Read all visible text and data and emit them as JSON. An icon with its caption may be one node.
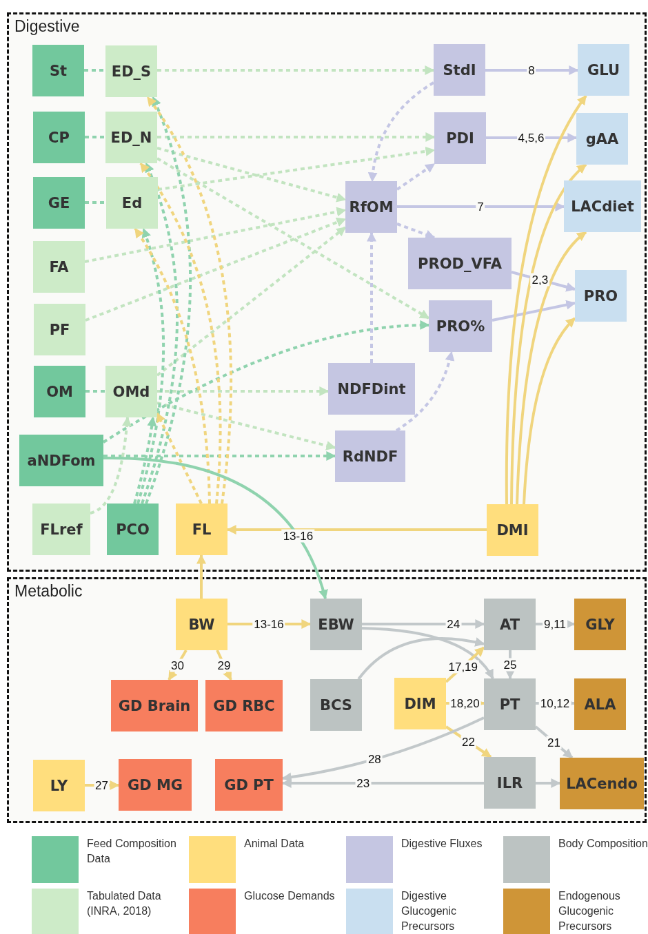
{
  "diagram": {
    "nodes": [
      {
        "text": [
          "Digestive"
        ]
      },
      {
        "text": [
          "St"
        ],
        "in": 0
      },
      {
        "text": [
          "ED_S"
        ],
        "in": 0
      },
      {
        "text": [
          "StdI"
        ],
        "in": 0
      },
      {
        "text": [
          "GLU"
        ],
        "in": 0
      },
      {
        "text": [
          "CP"
        ],
        "in": 0
      },
      {
        "text": [
          "ED_N"
        ],
        "in": 0
      },
      {
        "text": [
          "PDI"
        ],
        "in": 0
      },
      {
        "text": [
          "gAA"
        ],
        "in": 0
      },
      {
        "text": [
          "GE"
        ],
        "in": 0
      },
      {
        "text": [
          "Ed"
        ],
        "in": 0
      },
      {
        "text": [
          "RfOM"
        ],
        "in": 0
      },
      {
        "text": [
          "LACdiet"
        ],
        "in": 0
      },
      {
        "text": [
          "FA"
        ],
        "in": 0
      },
      {
        "text": [
          "PROD_VFA"
        ],
        "in": 0
      },
      {
        "text": [
          "PRO"
        ],
        "in": 0
      },
      {
        "text": [
          "PF"
        ],
        "in": 0
      },
      {
        "text": [
          "PRO%"
        ],
        "in": 0
      },
      {
        "text": [
          "OM"
        ],
        "in": 0
      },
      {
        "text": [
          "OMd"
        ],
        "in": 0
      },
      {
        "text": [
          "NDFDint"
        ],
        "in": 0
      },
      {
        "text": [
          "aNDFom"
        ],
        "in": 0
      },
      {
        "text": [
          "RdNDF"
        ],
        "in": 0
      },
      {
        "text": [
          "FLref"
        ],
        "in": 0
      },
      {
        "text": [
          "PCO"
        ],
        "in": 0
      },
      {
        "text": [
          "FL"
        ],
        "in": 0
      },
      {
        "text": [
          "DMI"
        ],
        "in": 0
      },
      {
        "text": [
          "Metabolic"
        ]
      },
      {
        "text": [
          "BW"
        ],
        "in": 27
      },
      {
        "text": [
          "EBW"
        ],
        "in": 27
      },
      {
        "text": [
          "AT"
        ],
        "in": 27
      },
      {
        "text": [
          "GLY"
        ],
        "in": 27
      },
      {
        "text": [
          "GD Brain"
        ],
        "in": 27
      },
      {
        "text": [
          "GD RBC"
        ],
        "in": 27
      },
      {
        "text": [
          "BCS"
        ],
        "in": 27
      },
      {
        "text": [
          "DIM"
        ],
        "in": 27
      },
      {
        "text": [
          "PT"
        ],
        "in": 27
      },
      {
        "text": [
          "ALA"
        ],
        "in": 27
      },
      {
        "text": [
          "LY"
        ],
        "in": 27
      },
      {
        "text": [
          "GD MG"
        ],
        "in": 27
      },
      {
        "text": [
          "GD PT"
        ],
        "in": 27
      },
      {
        "text": [
          "ILR"
        ],
        "in": 27
      },
      {
        "text": [
          "LACendo"
        ],
        "in": 27
      }
    ],
    "edges": [
      {
        "from": 1,
        "to": 2,
        "arrow": "none",
        "style": "dashed",
        "color": "#8fd3ae"
      },
      {
        "from": 5,
        "to": 6,
        "arrow": "none",
        "style": "dashed",
        "color": "#8fd3ae"
      },
      {
        "from": 9,
        "to": 10,
        "arrow": "none",
        "style": "dashed",
        "color": "#8fd3ae"
      },
      {
        "from": 18,
        "to": 19,
        "arrow": "none",
        "style": "dashed",
        "color": "#8fd3ae"
      },
      {
        "from": 2,
        "to": 3,
        "arrow": "to",
        "style": "dashed",
        "color": "#c2e4c0"
      },
      {
        "from": 6,
        "to": 7,
        "arrow": "to",
        "style": "dashed",
        "color": "#c2e4c0"
      },
      {
        "from": 6,
        "to": 11,
        "arrow": "to",
        "style": "dashed",
        "color": "#c2e4c0"
      },
      {
        "from": 6,
        "to": 17,
        "arrow": "to",
        "style": "dashed",
        "color": "#c2e4c0"
      },
      {
        "from": 10,
        "to": 7,
        "arrow": "to",
        "style": "dashed",
        "color": "#c2e4c0"
      },
      {
        "from": 13,
        "to": 11,
        "arrow": "to",
        "style": "dashed",
        "color": "#c2e4c0"
      },
      {
        "from": 16,
        "to": 11,
        "arrow": "to",
        "style": "dashed",
        "color": "#c2e4c0"
      },
      {
        "from": 19,
        "to": 11,
        "arrow": "to",
        "style": "dashed",
        "color": "#c2e4c0"
      },
      {
        "from": 19,
        "to": 20,
        "arrow": "to",
        "style": "dashed",
        "color": "#c2e4c0"
      },
      {
        "from": 19,
        "to": 22,
        "arrow": "to",
        "style": "dashed",
        "color": "#c2e4c0"
      },
      {
        "from": 21,
        "to": 17,
        "arrow": "to",
        "style": "dashed",
        "color": "#8fd3ae"
      },
      {
        "from": 21,
        "to": 22,
        "arrow": "to",
        "style": "dashed",
        "color": "#8fd3ae"
      },
      {
        "from": 3,
        "to": 11,
        "arrow": "to",
        "style": "dashed",
        "color": "#c4c6e4"
      },
      {
        "from": 11,
        "to": 7,
        "arrow": "to",
        "style": "dashed",
        "color": "#c4c6e4"
      },
      {
        "from": 11,
        "to": 14,
        "arrow": "to",
        "style": "dashed",
        "color": "#c4c6e4"
      },
      {
        "from": 20,
        "to": 11,
        "arrow": "to",
        "style": "dashed",
        "color": "#c4c6e4"
      },
      {
        "from": 22,
        "to": 17,
        "arrow": "to",
        "style": "dashed",
        "color": "#c4c6e4"
      },
      {
        "from": 24,
        "to": 2,
        "arrow": "to",
        "style": "dashed",
        "color": "#8fd3ae"
      },
      {
        "from": 24,
        "to": 6,
        "arrow": "to",
        "style": "dashed",
        "color": "#8fd3ae"
      },
      {
        "from": 24,
        "to": 10,
        "arrow": "to",
        "style": "dashed",
        "color": "#8fd3ae"
      },
      {
        "from": 24,
        "to": 19,
        "arrow": "to",
        "style": "dashed",
        "color": "#8fd3ae"
      },
      {
        "from": 25,
        "to": 2,
        "arrow": "to",
        "style": "dashed",
        "color": "#f0d57e"
      },
      {
        "from": 25,
        "to": 6,
        "arrow": "to",
        "style": "dashed",
        "color": "#f0d57e"
      },
      {
        "from": 25,
        "to": 10,
        "arrow": "to",
        "style": "dashed",
        "color": "#f0d57e"
      },
      {
        "from": 25,
        "to": 19,
        "arrow": "to",
        "style": "dashed",
        "color": "#f0d57e"
      },
      {
        "from": 23,
        "to": 19,
        "arrow": "to",
        "style": "dashed",
        "color": "#c2e4c0"
      },
      {
        "from": 3,
        "to": 4,
        "arrow": "to",
        "label": "8",
        "color": "#c4c6e4"
      },
      {
        "from": 7,
        "to": 8,
        "arrow": "to",
        "label": "4,5,6",
        "color": "#c4c6e4"
      },
      {
        "from": 11,
        "to": 12,
        "arrow": "to",
        "label": "7",
        "color": "#c4c6e4"
      },
      {
        "from": 14,
        "to": 15,
        "arrow": "to",
        "label": "2,3",
        "color": "#c4c6e4"
      },
      {
        "from": 17,
        "to": 15,
        "arrow": "to",
        "color": "#c4c6e4"
      },
      {
        "from": 26,
        "to": 4,
        "arrow": "to",
        "color": "#f0d57e"
      },
      {
        "from": 26,
        "to": 8,
        "arrow": "to",
        "color": "#f0d57e"
      },
      {
        "from": 26,
        "to": 12,
        "arrow": "to",
        "color": "#f0d57e"
      },
      {
        "from": 26,
        "to": 15,
        "arrow": "to",
        "color": "#f0d57e"
      },
      {
        "from": 26,
        "to": 25,
        "arrow": "to",
        "color": "#f0d57e"
      },
      {
        "from": 21,
        "to": 29,
        "arrow": "to",
        "label": "13-16",
        "color": "#8fd3ae"
      },
      {
        "from": 28,
        "to": 25,
        "arrow": "to",
        "color": "#f0d57e"
      },
      {
        "from": 28,
        "to": 29,
        "arrow": "to",
        "label": "13-16",
        "color": "#f0d57e"
      },
      {
        "from": 28,
        "to": 32,
        "arrow": "to",
        "label": "30",
        "color": "#f0d57e"
      },
      {
        "from": 28,
        "to": 33,
        "arrow": "to",
        "label": "29",
        "color": "#f0d57e"
      },
      {
        "from": 29,
        "to": 30,
        "arrow": "to",
        "label": "24",
        "color": "#c2c8ca"
      },
      {
        "from": 29,
        "to": 36,
        "arrow": "to",
        "color": "#c2c8ca"
      },
      {
        "from": 34,
        "to": 30,
        "arrow": "to",
        "color": "#c2c8ca"
      },
      {
        "from": 30,
        "to": 31,
        "arrow": "to",
        "label": "9,11",
        "color": "#c2c8ca"
      },
      {
        "from": 30,
        "to": 36,
        "arrow": "to",
        "label": "25",
        "color": "#c2c8ca"
      },
      {
        "from": 35,
        "to": 30,
        "arrow": "to",
        "label": "17,19",
        "color": "#f0d57e"
      },
      {
        "from": 35,
        "to": 36,
        "arrow": "to",
        "label": "18,20",
        "color": "#f0d57e"
      },
      {
        "from": 35,
        "to": 41,
        "arrow": "to",
        "label": "22",
        "color": "#f0d57e"
      },
      {
        "from": 36,
        "to": 37,
        "arrow": "to",
        "label": "10,12",
        "color": "#c2c8ca"
      },
      {
        "from": 36,
        "to": 42,
        "arrow": "to",
        "label": "21",
        "color": "#c2c8ca"
      },
      {
        "from": 36,
        "to": 40,
        "arrow": "to",
        "label": "28",
        "color": "#c2c8ca"
      },
      {
        "from": 41,
        "to": 40,
        "arrow": "to",
        "label": "23",
        "color": "#c2c8ca"
      },
      {
        "from": 41,
        "to": 42,
        "arrow": "to",
        "color": "#c2c8ca"
      },
      {
        "from": 38,
        "to": 39,
        "arrow": "to",
        "label": "27",
        "color": "#f0d57e"
      }
    ],
    "legend": [
      {
        "text": "Feed Composition Data",
        "color": "#72c89d"
      },
      {
        "text": "Tabulated Data (INRA, 2018)",
        "color": "#cdebc8"
      },
      {
        "text": "Animal Data",
        "color": "#ffde7d"
      },
      {
        "text": "Glucose Demands",
        "color": "#f77e5e"
      },
      {
        "text": "Digestive Fluxes",
        "color": "#c5c6e2"
      },
      {
        "text": "Digestive Glucogenic Precursors",
        "color": "#c9dff0"
      },
      {
        "text": "Body Composition",
        "color": "#bcc3c2"
      },
      {
        "text": "Endogenous Glucogenic Precursors",
        "color": "#cf9537"
      }
    ]
  }
}
